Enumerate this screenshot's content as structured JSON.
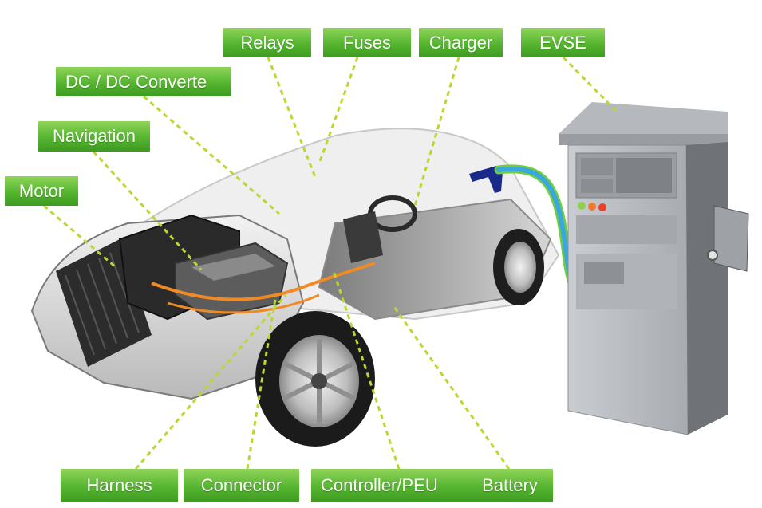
{
  "labels": {
    "relays": "Relays",
    "fuses": "Fuses",
    "charger": "Charger",
    "evse": "EVSE",
    "dcdc": "DC / DC Converte",
    "navigation": "Navigation",
    "motor": "Motor",
    "harness": "Harness",
    "connector": "Connector",
    "controller": "Controller/PEU",
    "battery": "Battery"
  },
  "colors": {
    "label_green": "#55b52f",
    "leader_line": "#b8d832",
    "cable": "#3aa7e0",
    "plug": "#1a2a8a",
    "station_body": "#8a8d92",
    "station_panel": "#bfc2c6"
  },
  "station_lights": [
    "#8cd24a",
    "#f07a2a",
    "#e8402a"
  ]
}
